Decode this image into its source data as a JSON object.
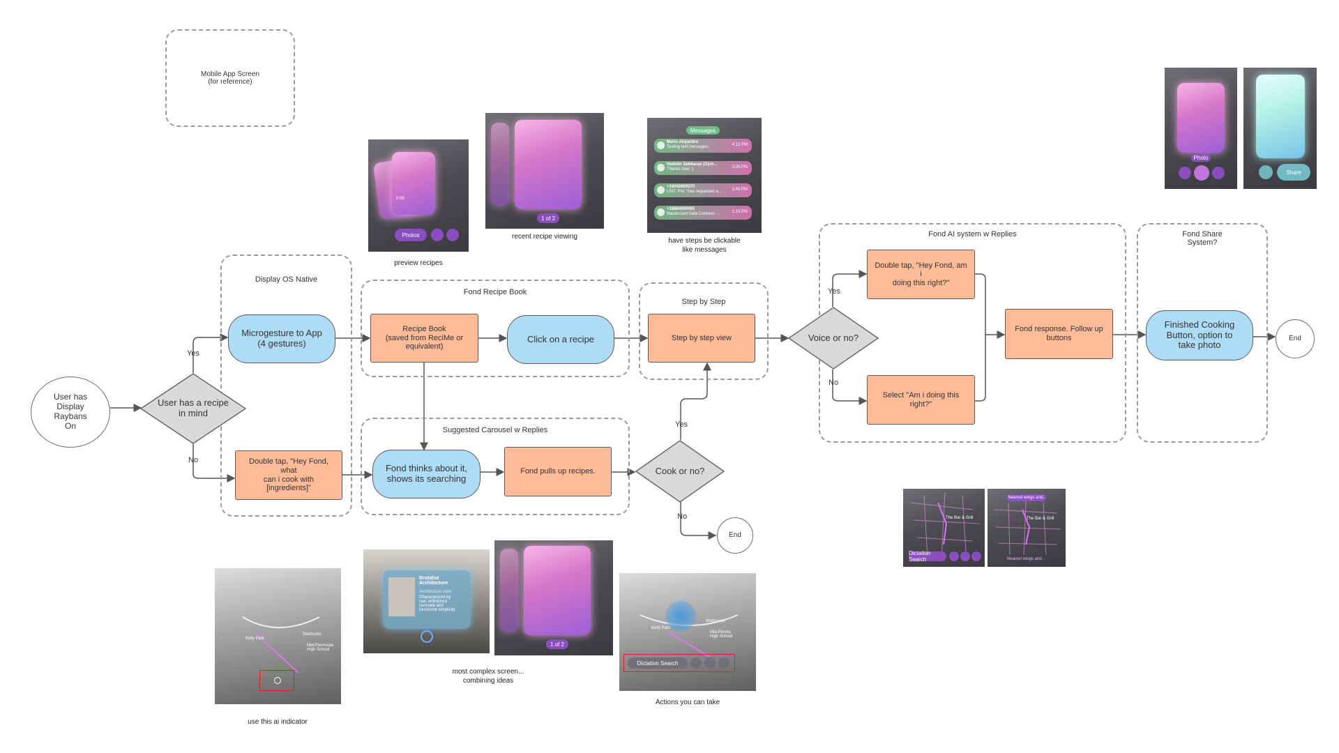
{
  "reference_box": {
    "text": "Mobile App Screen\n(for reference)"
  },
  "groups": {
    "display_os": "Display OS Native",
    "recipe_book": "Fond Recipe Book",
    "step_by_step": "Step by Step",
    "suggested": "Suggested Carousel w Replies",
    "ai_system": "Fond AI system w Replies",
    "share": "Fond Share\nSystem?"
  },
  "nodes": {
    "start": "User has\nDisplay\nRaybans\nOn",
    "decision_recipe": "User has a recipe\nin mind",
    "microgesture": "Microgesture to App\n(4 gestures)",
    "double_tap_fond": "Double tap, \"Hey Fond, what\ncan i cook with [ingredients]\"",
    "recipe_book": "Recipe Book\n(saved from ReciMe or\nequivalent)",
    "click_recipe": "Click on a recipe",
    "fond_thinks": "Fond thinks about it,\nshows its searching",
    "fond_pulls": "Fond pulls up recipes.",
    "step_view": "Step by step view",
    "cook_decision": "Cook or no?",
    "end_cook": "End",
    "voice_decision": "Voice or no?",
    "double_tap_right": "Double tap, \"Hey Fond, am i\ndoing this right?\"",
    "select_right": "Select \"Am i doing this\nright?\"",
    "fond_response": "Fond response. Follow up\nbuttons",
    "finished": "Finished Cooking\nButton, option to\ntake photo",
    "end_final": "End"
  },
  "edge_labels": {
    "yes_recipe": "Yes",
    "no_recipe": "No",
    "yes_cook": "Yes",
    "no_cook": "No",
    "yes_voice": "Yes",
    "no_voice": "No"
  },
  "captions": {
    "preview": "preview recipes",
    "recent": "recent recipe viewing",
    "messages": "have steps be clickable\nlike messages",
    "ai_indicator": "use this ai indicator",
    "complex": "most complex screen...\ncombining ideas",
    "actions": "Actions you can take"
  },
  "screens": {
    "preview": {
      "time": "0:09",
      "button": "Photos"
    },
    "recent": {
      "pager": "1 of 2"
    },
    "messages": {
      "header": "Messages",
      "items": [
        {
          "name": "Mario Alejandro",
          "text": "Testing text messages.",
          "time": "4:12 PM"
        },
        {
          "name": "Hedelin Sebbaras (Gym...",
          "text": "Thanks man :)",
          "time": "3:26 PM"
        },
        {
          "name": "+16042809270",
          "text": "LDG: Pro: Your requested a...",
          "time": "2:45 PM"
        },
        {
          "name": "+18884000065",
          "text": "Mastercard Data Connect: ...",
          "time": "1:15 PM"
        }
      ]
    },
    "ai_indicator": {
      "pin1": "Kelly Park",
      "pin2": "Starbucks",
      "pin3": "Mid-Peninsula High School"
    },
    "complex": {
      "title": "Brutalist\nArchitecture",
      "subtitle": "Architecture style",
      "body": "Characterized by\nraw, unfinished\nconcrete and\nfunctional simplicity"
    },
    "complex2": {
      "pager": "1 of 2"
    },
    "actions": {
      "pin1": "Kelly Park",
      "pin2": "Starbucks",
      "pin3": "Mid-Penins\nHigh School",
      "button": "Dictation Search"
    },
    "share_left": {
      "badge": "Photo"
    },
    "share_right": {
      "button": "Share"
    },
    "map_left": {
      "button": "Dictation Search"
    },
    "map_right": {
      "badge": "Nearest wings and..",
      "footer": "Nearest wings and..",
      "pin": "The Bar & Grill"
    },
    "map_label": {
      "pin": "The Bar & Grill"
    }
  }
}
